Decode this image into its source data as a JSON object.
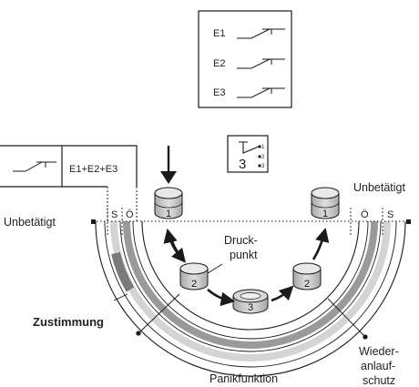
{
  "switch_legend": {
    "rows": [
      {
        "label": "E1"
      },
      {
        "label": "E2"
      },
      {
        "label": "E3"
      }
    ]
  },
  "position_icon": {
    "numbers": [
      "1",
      "2",
      "3"
    ],
    "main_number": "3"
  },
  "combined_switch": {
    "label": "E1+E2+E3"
  },
  "positions": {
    "left_open": "Ö",
    "left_closed": "S",
    "right_open": "Ö",
    "right_closed": "S"
  },
  "labels": {
    "released_left": "Unbetätigt",
    "released_right": "Unbetätigt",
    "pressure_point_line1": "Druck-",
    "pressure_point_line2": "punkt",
    "enabling": "Zustimmung",
    "panic": "Panikfunktion",
    "restart_line1": "Wieder-",
    "restart_line2": "anlauf-",
    "restart_line3": "schutz"
  },
  "buttons": [
    {
      "number": "1"
    },
    {
      "number": "2"
    },
    {
      "number": "3"
    },
    {
      "number": "2"
    },
    {
      "number": "1"
    }
  ],
  "colors": {
    "band_dark": "#9a9a9a",
    "band_light": "#d4d4d4",
    "button_fill": "#c8c8c8",
    "button_top": "#e4e4e4",
    "line": "#1a1a1a"
  }
}
